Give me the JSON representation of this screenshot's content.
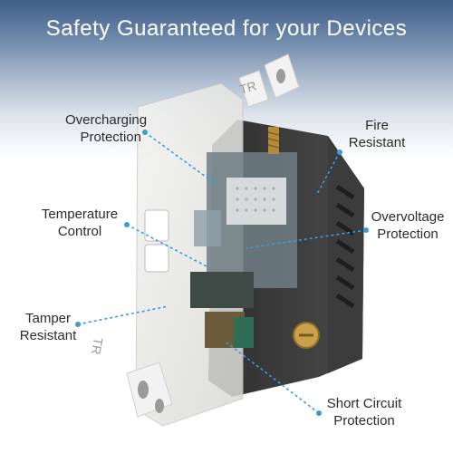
{
  "headline": "Safety Guaranteed for your Devices",
  "accent_color": "#3a9bd9",
  "features": {
    "overcharging": {
      "line1": "Overcharging",
      "line2": "Protection"
    },
    "fire": {
      "line1": "Fire",
      "line2": "Resistant"
    },
    "temperature": {
      "line1": "Temperature",
      "line2": "Control"
    },
    "overvoltage": {
      "line1": "Overvoltage",
      "line2": "Protection"
    },
    "tamper": {
      "line1": "Tamper",
      "line2": "Resistant"
    },
    "short_circuit": {
      "line1": "Short Circuit",
      "line2": "Protection"
    }
  },
  "outlet_marking": "TR"
}
